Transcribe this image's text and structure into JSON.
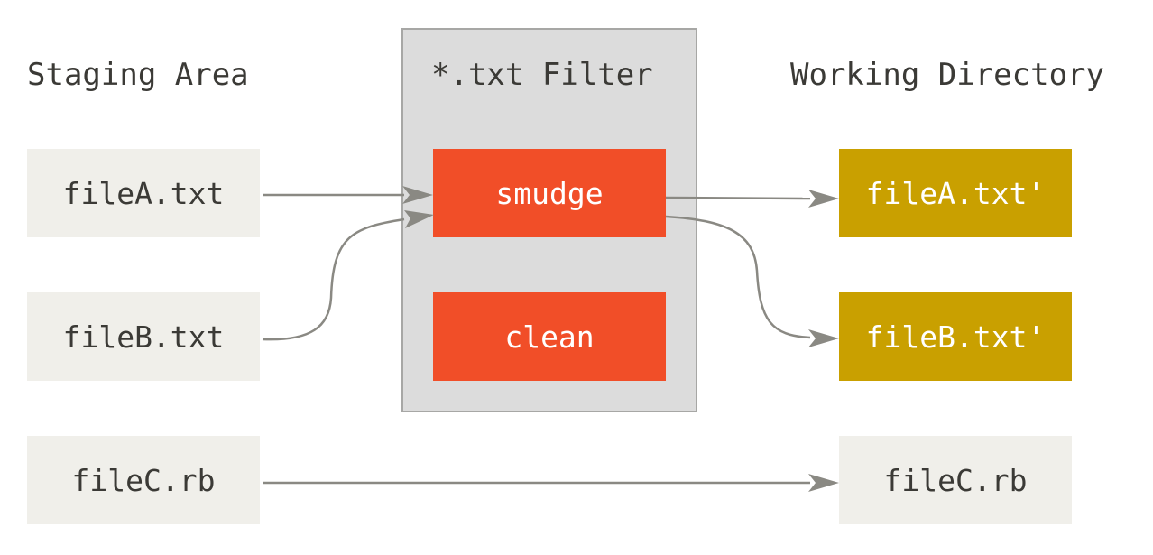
{
  "headings": {
    "staging": "Staging Area",
    "filter": "*.txt Filter",
    "working": "Working Directory"
  },
  "staging_files": [
    "fileA.txt",
    "fileB.txt",
    "fileC.rb"
  ],
  "filter_ops": {
    "smudge": "smudge",
    "clean": "clean"
  },
  "working_files": [
    "fileA.txt'",
    "fileB.txt'",
    "fileC.rb"
  ],
  "colors": {
    "plain_box": "#f0efea",
    "filter_bg": "#dcdcdc",
    "filter_border": "#a7a7a5",
    "op_box": "#f14e28",
    "output_box": "#c9a000",
    "arrow": "#8a8983",
    "text_dark": "#3b3a36"
  }
}
